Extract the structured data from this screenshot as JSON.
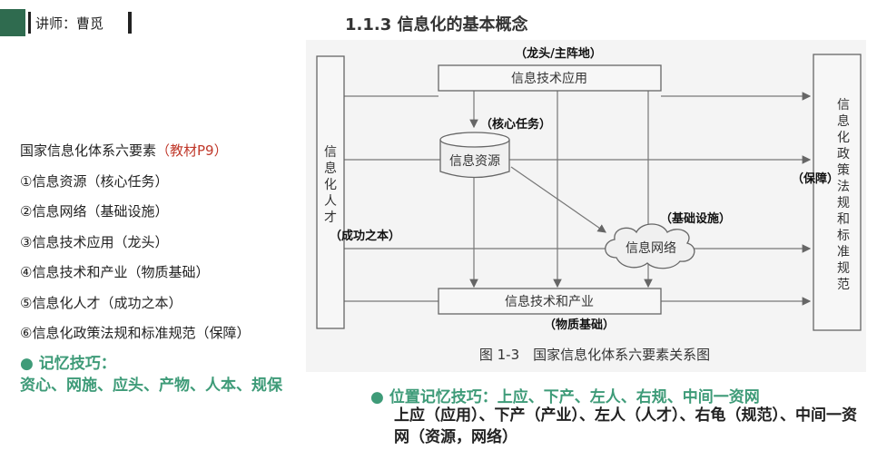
{
  "header": {
    "lecturer": "讲师：曹觅"
  },
  "title": "1.1.3 信息化的基本概念",
  "left_list": {
    "heading": "国家信息化体系六要素",
    "heading_ref": "（教材P9）",
    "items": [
      "①信息资源（核心任务）",
      "②信息网络（基础设施）",
      "③信息技术应用（龙头）",
      "④信息技术和产业（物质基础）",
      "⑤信息化人才（成功之本）",
      "⑥信息化政策法规和标准规范（保障）"
    ]
  },
  "memory_tip": {
    "bullet": "●",
    "title": "记忆技巧：",
    "body": "资心、网施、应头、产物、人本、规保"
  },
  "position_tip": {
    "bullet": "●",
    "title": "位置记忆技巧：上应、下产、左人、右规、中间一资网",
    "body": "上应（应用）、下产（产业）、左人（人才）、右龟（规范）、中间一资网（资源，网络）"
  },
  "diagram": {
    "top_note": "（龙头/主阵地）",
    "top_box": "信息技术应用",
    "core_note": "（核心任务）",
    "resource": "信息资源",
    "network": "信息网络",
    "infra_note": "（基础设施）",
    "bottom_box": "信息技术和产业",
    "bottom_note": "（物质基础）",
    "left_box": [
      "信",
      "息",
      "化",
      "人",
      "才"
    ],
    "left_note": "（成功之本）",
    "right_box": [
      "信",
      "息",
      "化",
      "政",
      "策",
      "法",
      "规",
      "和",
      "标",
      "准",
      "规",
      "范"
    ],
    "right_note": "（保障）",
    "caption": "图 1-3　国家信息化体系六要素关系图"
  },
  "colors": {
    "accent_green": "#3e9b78",
    "header_green": "#2f6b4f",
    "ref_red": "#c0392b"
  }
}
